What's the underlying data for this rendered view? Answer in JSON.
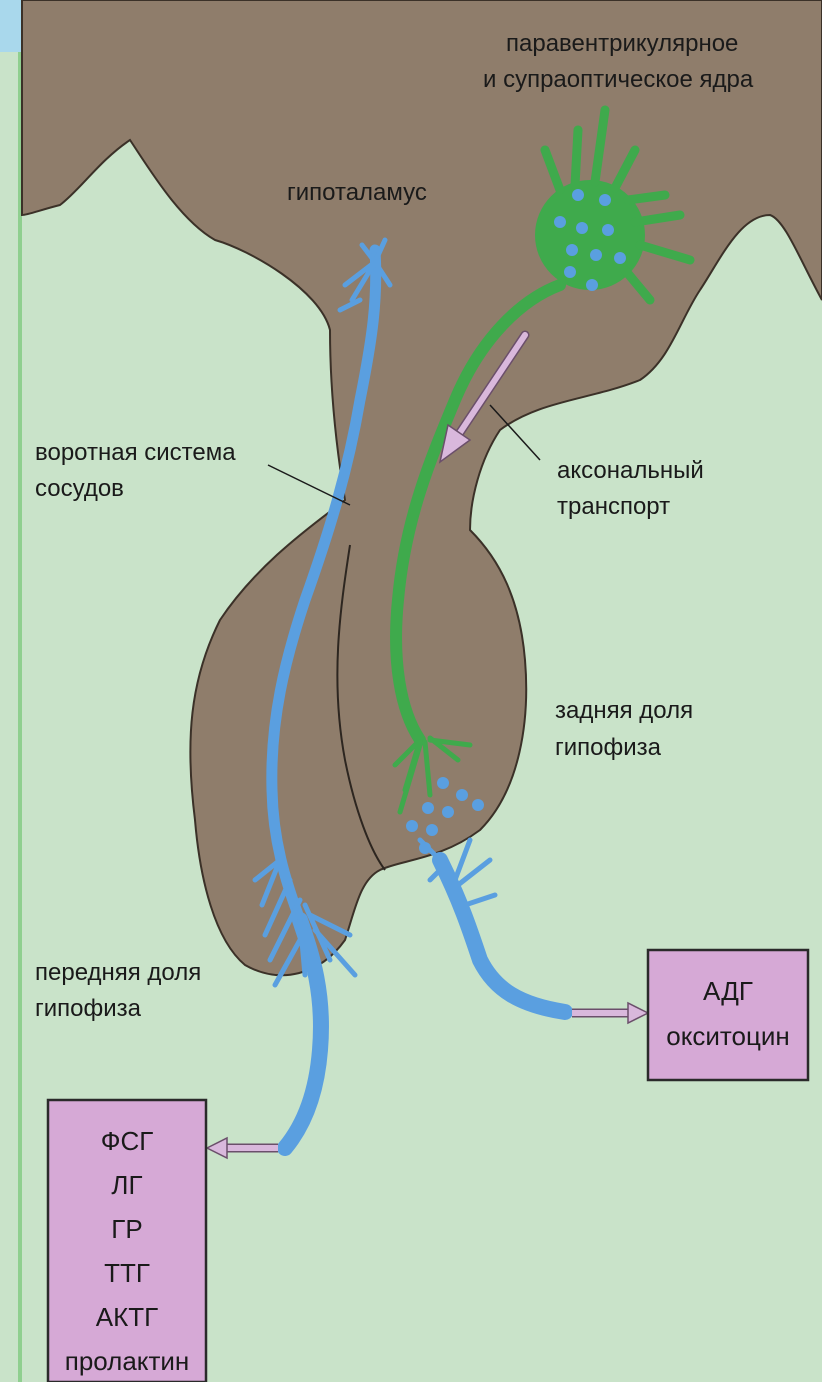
{
  "labels": {
    "nuclei_line1": "паравентрикулярное",
    "nuclei_line2": "и супраоптическое ядра",
    "hypothalamus": "гипоталамус",
    "portal_line1": "воротная система",
    "portal_line2": "сосудов",
    "axonal_line1": "аксональный",
    "axonal_line2": "транспорт",
    "posterior_line1": "задняя доля",
    "posterior_line2": "гипофиза",
    "anterior_line1": "передняя доля",
    "anterior_line2": "гипофиза"
  },
  "posterior_box": {
    "lines": [
      "АДГ",
      "окситоцин"
    ]
  },
  "anterior_box": {
    "lines": [
      "ФСГ",
      "ЛГ",
      "ГР",
      "ТТГ",
      "АКТГ",
      "пролактин"
    ]
  },
  "colors": {
    "background": "#c9e3c9",
    "tissue": "#8f7d6b",
    "neuron": "#3faa4c",
    "vessel": "#5a9fe0",
    "arrow": "#d9b8dc",
    "box": "#d6a9d6"
  }
}
